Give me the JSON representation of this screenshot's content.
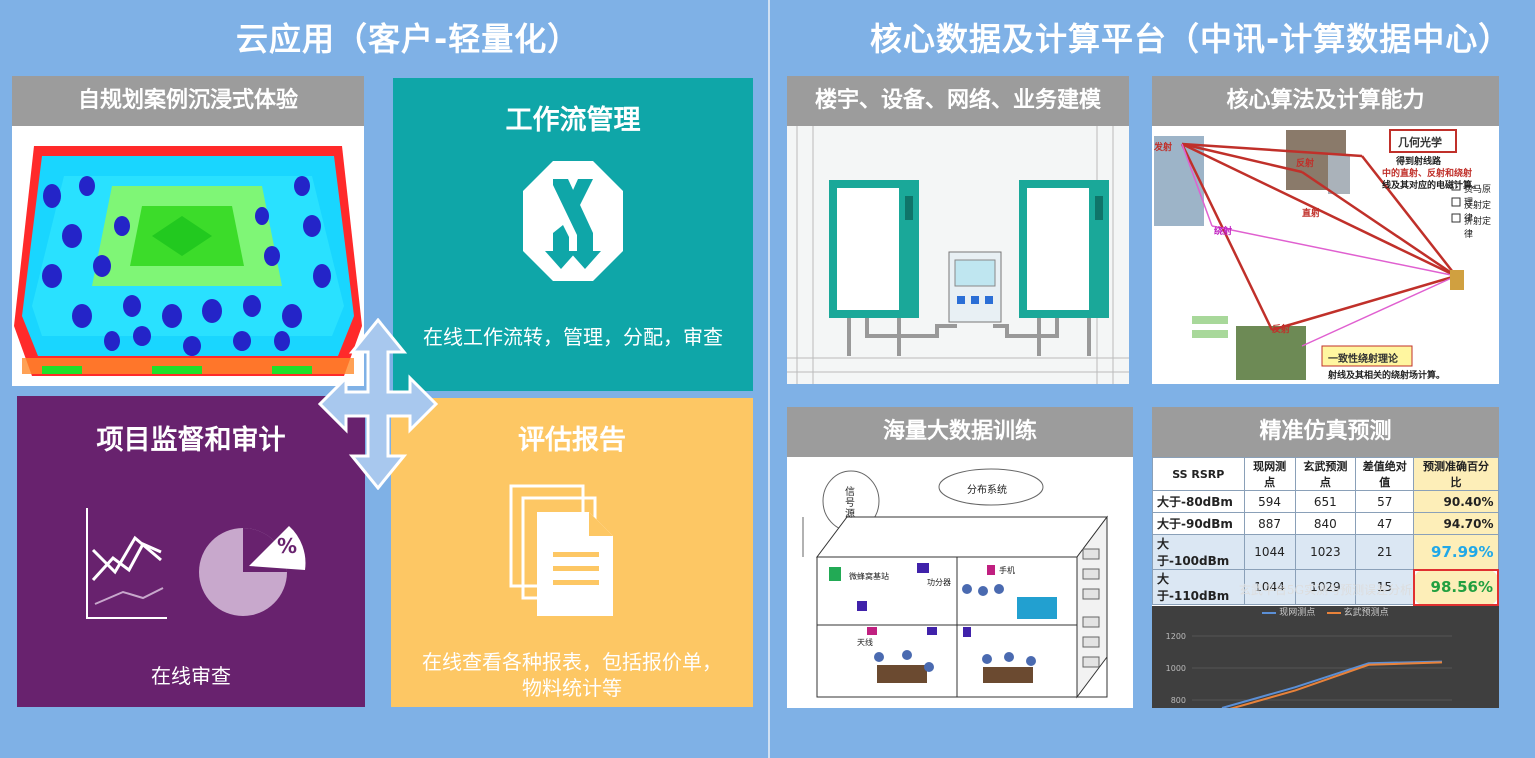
{
  "left": {
    "title": "云应用（客户-轻量化）",
    "panel1_title": "自规划案例沉浸式体验",
    "workflow": {
      "title": "工作流管理",
      "desc": "在线工作流转，管理，分配，审查"
    },
    "audit": {
      "title": "项目监督和审计",
      "desc": "在线审查",
      "pie_label": "%"
    },
    "report": {
      "title": "评估报告",
      "desc_line1": "在线查看各种报表，包括报价单，",
      "desc_line2": "物料统计等"
    }
  },
  "right": {
    "title": "核心数据及计算平台（中讯-计算数据中心）",
    "panel1_title": "楼宇、设备、网络、业务建模",
    "panel2_title": "核心算法及计算能力",
    "panel2_labels": {
      "geo_optics": "几何光学",
      "uniform": "一致性绕射理论",
      "line1": "得到射线路",
      "line2": "中的直射、反射和绕射",
      "line3": "线及其对应的电磁计算。",
      "line4": "射线及其相关的绕射场计算。",
      "direct": "直射",
      "reflect": "反射",
      "diffract": "绕射",
      "reflect2": "反射",
      "opt1": "费马原理",
      "opt2": "反射定律",
      "opt3": "折射定律",
      "tx": "发射"
    },
    "panel3_title": "海量大数据训练",
    "panel3_labels": {
      "signal": "信号源",
      "distributed": "分布系统",
      "base": "微蜂窝基站",
      "splitter": "功分器",
      "antenna": "天线",
      "phone": "手机"
    },
    "panel4_title": "精准仿真预测",
    "table": {
      "headers": [
        "SS RSRP",
        "现网测点",
        "玄武预测点",
        "差值绝对值",
        "预测准确百分比"
      ],
      "rows": [
        [
          "大于-80dBm",
          "594",
          "651",
          "57",
          "90.40%"
        ],
        [
          "大于-90dBm",
          "887",
          "840",
          "47",
          "94.70%"
        ],
        [
          "大于-100dBm",
          "1044",
          "1023",
          "21",
          "97.99%"
        ],
        [
          "大于-110dBm",
          "1044",
          "1029",
          "15",
          "98.56%"
        ]
      ]
    },
    "chart_data": {
      "type": "line",
      "title": "玄武平台5G实测与预测误差分析",
      "series": [
        {
          "name": "现网测点",
          "values": [
            750,
            880,
            1030,
            1040
          ]
        },
        {
          "name": "玄武预测点",
          "values": [
            730,
            860,
            1020,
            1035
          ]
        }
      ],
      "y_ticks": [
        "1200",
        "1000",
        "800"
      ],
      "ylim": [
        750,
        1250
      ]
    },
    "colors": {
      "series1": "#5b8fd6",
      "series2": "#e8823a"
    }
  }
}
